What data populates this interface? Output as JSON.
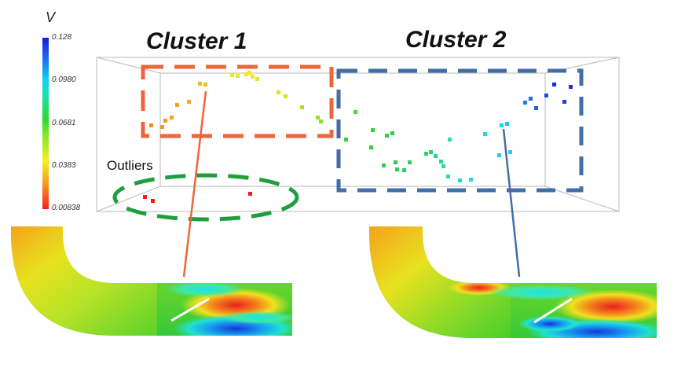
{
  "colorbar": {
    "variable": "V",
    "ticks": [
      "0.128",
      "0.0980",
      "0.0681",
      "0.0383",
      "0.00838"
    ]
  },
  "clusters": [
    {
      "label": "Cluster 1",
      "color": "#f0643a"
    },
    {
      "label": "Cluster 2",
      "color": "#3f6fa6"
    }
  ],
  "outliers": {
    "label": "Outliers",
    "color": "#1e9e3e"
  }
}
